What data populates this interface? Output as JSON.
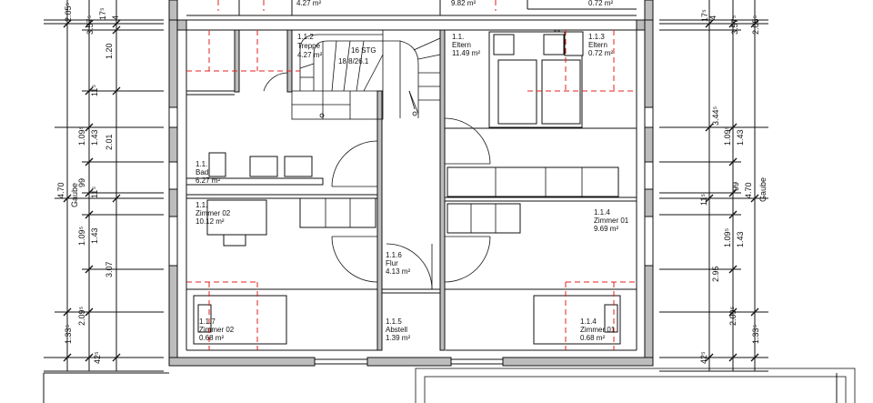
{
  "rooms": [
    {
      "id": "r-top-left",
      "lines": [
        "4.27 m²"
      ]
    },
    {
      "id": "r-top-right",
      "lines": [
        "9.82 m²"
      ]
    },
    {
      "id": "r-top-far",
      "lines": [
        "0.72 m²"
      ]
    },
    {
      "id": "r112",
      "lines": [
        "1.1.2",
        "Treppe",
        "4.27 m²"
      ]
    },
    {
      "id": "stairs",
      "lines": [
        "16 STG",
        "18.8/26.1"
      ]
    },
    {
      "id": "r-eltern",
      "lines": [
        "1.1.",
        "Eltern",
        "11.49 m²"
      ]
    },
    {
      "id": "r-eltern2",
      "lines": [
        "1.1.3",
        "Eltern",
        "0.72 m²"
      ]
    },
    {
      "id": "r-bad",
      "lines": [
        "1.1.",
        "Bad",
        "6.27 m²"
      ]
    },
    {
      "id": "r-zim2",
      "lines": [
        "1.1.",
        "Zimmer 02",
        "10.12 m²"
      ]
    },
    {
      "id": "r114",
      "lines": [
        "1.1.4",
        "Zimmer 01",
        "9.69 m²"
      ]
    },
    {
      "id": "r116",
      "lines": [
        "1.1.6",
        "Flur",
        "4.13 m²"
      ]
    },
    {
      "id": "r117",
      "lines": [
        "1.1.7",
        "Zimmer 02",
        "0.68 m²"
      ]
    },
    {
      "id": "r115",
      "lines": [
        "1.1.5",
        "Abstell",
        "1.39 m²"
      ]
    },
    {
      "id": "r114b",
      "lines": [
        "1.1.4",
        "Zimmer 01",
        "0.68 m²"
      ]
    }
  ],
  "left_dims": {
    "outer": [
      "2.05⁵",
      "4.70",
      "Gaube",
      "1.33⁵"
    ],
    "middle": [
      "3.57⁵",
      "1.20",
      "2.01",
      "3.07",
      "42⁵"
    ],
    "inner": [
      "17⁵",
      "11⁵",
      "1.09⁵",
      "1.43",
      "99",
      "11⁵",
      "1.09⁵",
      "1.43",
      "2.09⁵"
    ]
  },
  "right_dims": {
    "outer": [
      "2.05⁵",
      "4.70",
      "Gaube",
      "1.33⁵"
    ],
    "middle": [
      "3.57⁵",
      "3.44⁵",
      "2.95",
      "42⁵"
    ],
    "inner": [
      "17⁵",
      "1.09⁵",
      "1.43",
      "99",
      "11⁵",
      "1.09⁵",
      "1.43",
      "2.09⁵"
    ]
  },
  "small": [
    "4",
    "4"
  ]
}
